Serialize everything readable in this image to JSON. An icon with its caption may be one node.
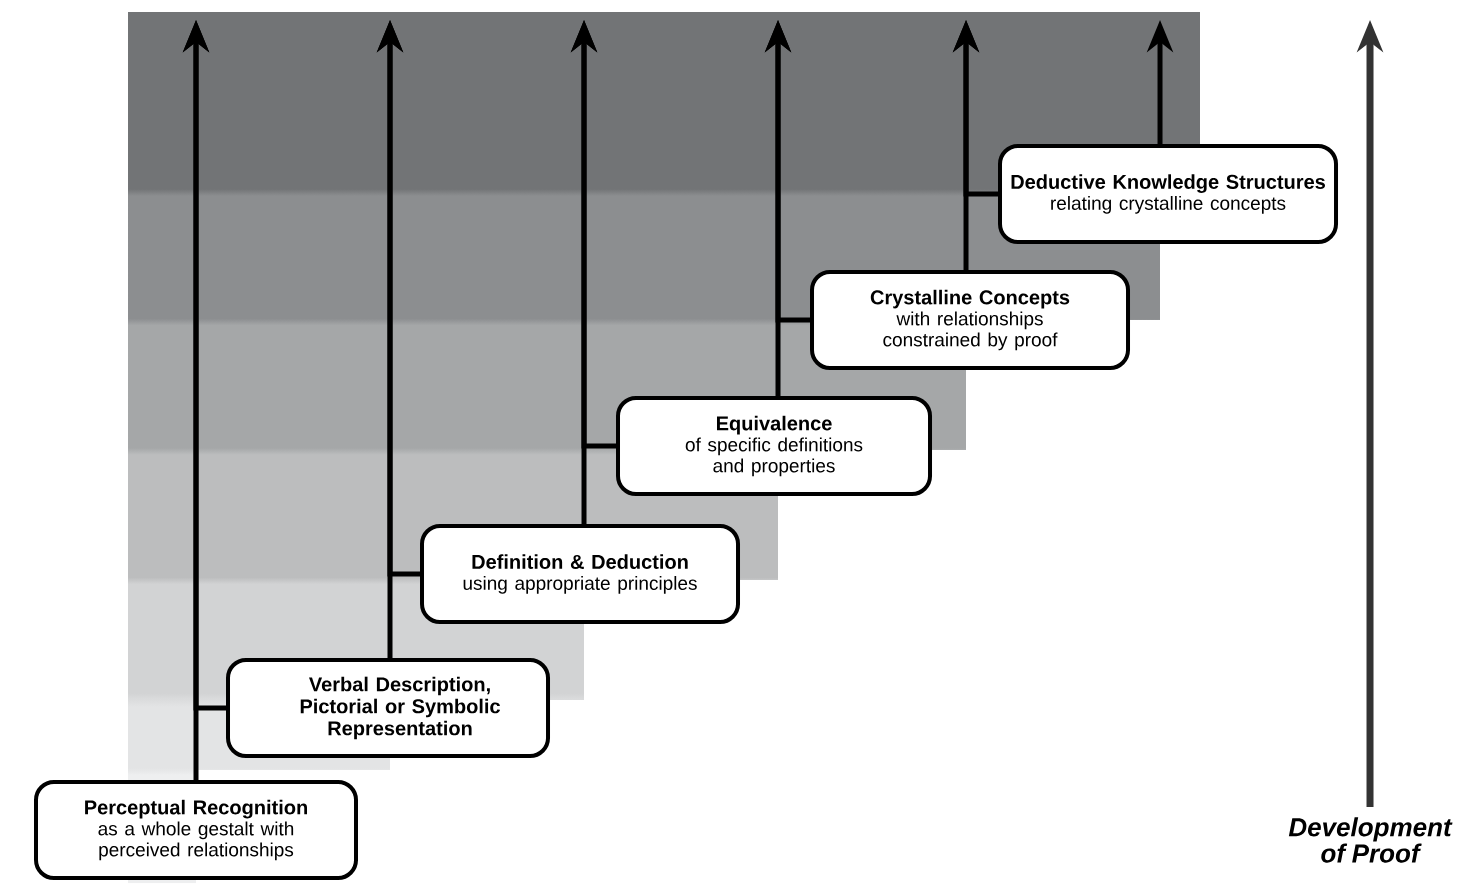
{
  "diagram": {
    "nodes": [
      {
        "text": [
          "Perceptual Recognition",
          "as a whole gestalt with perceived relationships"
        ]
      },
      {
        "text": [
          "Verbal Description, Pictorial or Symbolic Representation"
        ]
      },
      {
        "text": [
          "Definition & Deduction",
          "using appropriate principles"
        ]
      },
      {
        "text": [
          "Equivalence",
          "of specific definitions and properties"
        ]
      },
      {
        "text": [
          "Crystalline Concepts",
          "with relationships constrained by proof"
        ]
      },
      {
        "text": [
          "Deductive Knowledge Structures",
          "relating crystalline concepts"
        ]
      },
      {
        "text": [
          "Development of Proof"
        ]
      }
    ],
    "edges": [
      {
        "from": 0,
        "to": null,
        "arrow": "to"
      },
      {
        "from": 1,
        "to": null,
        "arrow": "to"
      },
      {
        "from": 2,
        "to": null,
        "arrow": "to"
      },
      {
        "from": 3,
        "to": null,
        "arrow": "to"
      },
      {
        "from": 4,
        "to": null,
        "arrow": "to"
      },
      {
        "from": 5,
        "to": null,
        "arrow": "to"
      },
      {
        "from": 1,
        "to": null,
        "arrow": "to"
      },
      {
        "from": 2,
        "to": null,
        "arrow": "to"
      },
      {
        "from": 3,
        "to": null,
        "arrow": "to"
      },
      {
        "from": 4,
        "to": null,
        "arrow": "to"
      },
      {
        "from": 5,
        "to": null,
        "arrow": "to"
      },
      {
        "from": 6,
        "to": null,
        "arrow": "to",
        "color": "#333333"
      }
    ]
  }
}
